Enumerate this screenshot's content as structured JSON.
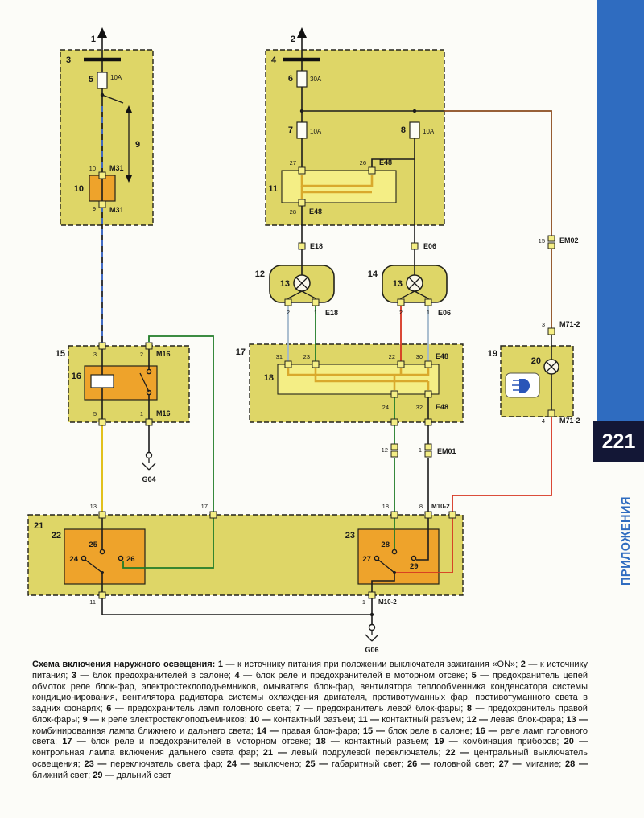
{
  "page": {
    "number": "221",
    "side_label": "ПРИЛОЖЕНИЯ"
  },
  "colors": {
    "block_fill": "#ded667",
    "inner_fill": "#f4ee85",
    "orange": "#eea32b",
    "sidebar_blue": "#2f6cc0",
    "page_number_bg": "#131736",
    "wire_yellow": "#e2c11c",
    "wire_green": "#207c28",
    "wire_red": "#d63420",
    "wire_brown": "#8a4a1c",
    "wire_blue_dash": "#3f6fd6",
    "wire_light_blue": "#a2b8cb",
    "indicator_blue": "#2a55b8"
  },
  "diagram": {
    "feed1": "1",
    "feed2": "2",
    "block3": {
      "num": "3",
      "fuse5_num": "5",
      "fuse5_rating": "10A",
      "branch9": "9",
      "conn10_num": "10",
      "conn10_pin_top": "10",
      "conn10_name_top": "M31",
      "conn10_pin_bottom": "9",
      "conn10_name_bottom": "M31"
    },
    "block4": {
      "num": "4",
      "fuse6_num": "6",
      "fuse6_rating": "30A",
      "fuse7_num": "7",
      "fuse7_rating": "10A",
      "fuse8_num": "8",
      "fuse8_rating": "10A",
      "block11_num": "11",
      "pin27": "27",
      "pin26": "26",
      "e48_top": "E48",
      "pin28": "28",
      "e48_bottom": "E48"
    },
    "e18": "E18",
    "e06": "E06",
    "em02_pin": "15",
    "em02": "EM02",
    "m712_top_pin": "3",
    "m712_top": "M71-2",
    "m712_bottom_pin": "4",
    "m712_bottom": "M71-2",
    "hl12": {
      "num": "12",
      "lamp": "13",
      "pin_l": "2",
      "pin_r": "1",
      "conn": "E18"
    },
    "hl14": {
      "num": "14",
      "lamp": "13",
      "pin_l": "2",
      "pin_r": "1",
      "conn": "E06"
    },
    "block19": {
      "num": "19",
      "lamp": "20"
    },
    "block15": {
      "num": "15",
      "relay": "16",
      "pin3": "3",
      "pin2": "2",
      "m16_top": "M16",
      "pin5": "5",
      "pin1": "1",
      "m16_bottom": "M16"
    },
    "block17": {
      "num": "17",
      "block18": "18",
      "pin31": "31",
      "pin23": "23",
      "pin22": "22",
      "pin30": "30",
      "e48_top": "E48",
      "pin24": "24",
      "pin32": "32",
      "e48_bottom": "E48"
    },
    "em01": {
      "pin_l": "12",
      "pin_r": "1",
      "name": "EM01"
    },
    "block21": {
      "num": "21",
      "pin13": "13",
      "pin17": "17",
      "pin18": "18",
      "pin8": "8",
      "m10_top": "M10-2",
      "sw22": {
        "num": "22",
        "p25": "25",
        "p24": "24",
        "p26": "26"
      },
      "sw23": {
        "num": "23",
        "p28": "28",
        "p27": "27",
        "p29": "29"
      },
      "pin11": "11",
      "pin1": "1",
      "m10_bottom": "M10-2"
    },
    "g04": "G04",
    "g06": "G06"
  },
  "legend": {
    "title": "Схема включения наружного освещения:",
    "items": [
      {
        "n": "1 —",
        "t": "к источнику питания при положении выключателя зажигания «ON»;"
      },
      {
        "n": "2 —",
        "t": "к источнику питания;"
      },
      {
        "n": "3 —",
        "t": "блок предохранителей в салоне;"
      },
      {
        "n": "4 —",
        "t": "блок реле и предохранителей в моторном отсеке;"
      },
      {
        "n": "5 —",
        "t": "предохранитель цепей обмоток реле блок-фар, электростеклоподъемников, омывателя блок-фар, вентилятора теплообменника конденсатора системы кондиционирования, вентилятора радиатора системы охлаждения двигателя, противотуманных фар, противотуманного света в задних фонарях;"
      },
      {
        "n": "6 —",
        "t": "предохранитель ламп головного света;"
      },
      {
        "n": "7 —",
        "t": "предохранитель левой блок-фары;"
      },
      {
        "n": "8 —",
        "t": "предохранитель правой блок-фары;"
      },
      {
        "n": "9 —",
        "t": "к реле электростеклоподъемников;"
      },
      {
        "n": "10 —",
        "t": "контактный разъем;"
      },
      {
        "n": "11 —",
        "t": "контактный разъем;"
      },
      {
        "n": "12 —",
        "t": "левая блок-фара;"
      },
      {
        "n": "13 —",
        "t": "комбинированная лампа ближнего и дальнего света;"
      },
      {
        "n": "14 —",
        "t": "правая блок-фара;"
      },
      {
        "n": "15 —",
        "t": "блок реле в салоне;"
      },
      {
        "n": "16 —",
        "t": "реле ламп головного света;"
      },
      {
        "n": "17 —",
        "t": "блок реле и предохранителей в моторном отсеке;"
      },
      {
        "n": "18 —",
        "t": "контактный разъем;"
      },
      {
        "n": "19 —",
        "t": "комбинация приборов;"
      },
      {
        "n": "20 —",
        "t": "контрольная лампа включения дальнего света фар;"
      },
      {
        "n": "21 —",
        "t": "левый подрулевой переключатель;"
      },
      {
        "n": "22 —",
        "t": "центральный выключатель освещения;"
      },
      {
        "n": "23 —",
        "t": "переключатель света фар;"
      },
      {
        "n": "24 —",
        "t": "выключено;"
      },
      {
        "n": "25 —",
        "t": "габаритный свет;"
      },
      {
        "n": "26 —",
        "t": "головной свет;"
      },
      {
        "n": "27 —",
        "t": "мигание;"
      },
      {
        "n": "28 —",
        "t": "ближний свет;"
      },
      {
        "n": "29 —",
        "t": "дальний свет"
      }
    ]
  }
}
